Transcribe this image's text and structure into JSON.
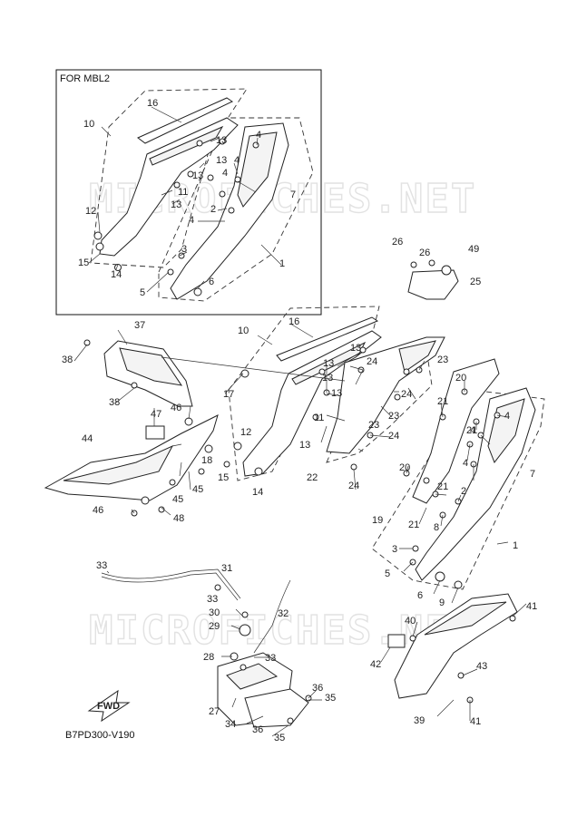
{
  "inset": {
    "title": "FOR MBL2"
  },
  "watermark": "MICROFICHES.NET",
  "reference_code": "B7PD300-V190",
  "fwd_icon_text": "FWD",
  "callouts": [
    {
      "n": "16"
    },
    {
      "n": "10"
    },
    {
      "n": "13"
    },
    {
      "n": "4"
    },
    {
      "n": "13"
    },
    {
      "n": "4"
    },
    {
      "n": "13"
    },
    {
      "n": "4"
    },
    {
      "n": "11"
    },
    {
      "n": "13"
    },
    {
      "n": "7"
    },
    {
      "n": "2"
    },
    {
      "n": "12"
    },
    {
      "n": "4"
    },
    {
      "n": "3"
    },
    {
      "n": "15"
    },
    {
      "n": "14"
    },
    {
      "n": "5"
    },
    {
      "n": "6"
    },
    {
      "n": "1"
    },
    {
      "n": "26"
    },
    {
      "n": "26"
    },
    {
      "n": "49"
    },
    {
      "n": "25"
    },
    {
      "n": "37"
    },
    {
      "n": "38"
    },
    {
      "n": "38"
    },
    {
      "n": "10"
    },
    {
      "n": "16"
    },
    {
      "n": "13"
    },
    {
      "n": "13"
    },
    {
      "n": "24"
    },
    {
      "n": "23"
    },
    {
      "n": "13"
    },
    {
      "n": "24"
    },
    {
      "n": "17"
    },
    {
      "n": "13"
    },
    {
      "n": "11"
    },
    {
      "n": "23"
    },
    {
      "n": "20"
    },
    {
      "n": "46"
    },
    {
      "n": "47"
    },
    {
      "n": "44"
    },
    {
      "n": "12"
    },
    {
      "n": "13"
    },
    {
      "n": "24"
    },
    {
      "n": "21"
    },
    {
      "n": "4"
    },
    {
      "n": "21"
    },
    {
      "n": "23"
    },
    {
      "n": "4"
    },
    {
      "n": "18"
    },
    {
      "n": "15"
    },
    {
      "n": "14"
    },
    {
      "n": "22"
    },
    {
      "n": "24"
    },
    {
      "n": "20"
    },
    {
      "n": "4"
    },
    {
      "n": "7"
    },
    {
      "n": "21"
    },
    {
      "n": "2"
    },
    {
      "n": "45"
    },
    {
      "n": "45"
    },
    {
      "n": "46"
    },
    {
      "n": "48"
    },
    {
      "n": "19"
    },
    {
      "n": "21"
    },
    {
      "n": "8"
    },
    {
      "n": "1"
    },
    {
      "n": "3"
    },
    {
      "n": "5"
    },
    {
      "n": "6"
    },
    {
      "n": "9"
    },
    {
      "n": "33"
    },
    {
      "n": "31"
    },
    {
      "n": "33"
    },
    {
      "n": "30"
    },
    {
      "n": "32"
    },
    {
      "n": "29"
    },
    {
      "n": "28"
    },
    {
      "n": "33"
    },
    {
      "n": "41"
    },
    {
      "n": "40"
    },
    {
      "n": "42"
    },
    {
      "n": "43"
    },
    {
      "n": "36"
    },
    {
      "n": "35"
    },
    {
      "n": "27"
    },
    {
      "n": "34"
    },
    {
      "n": "36"
    },
    {
      "n": "35"
    },
    {
      "n": "39"
    },
    {
      "n": "41"
    }
  ]
}
